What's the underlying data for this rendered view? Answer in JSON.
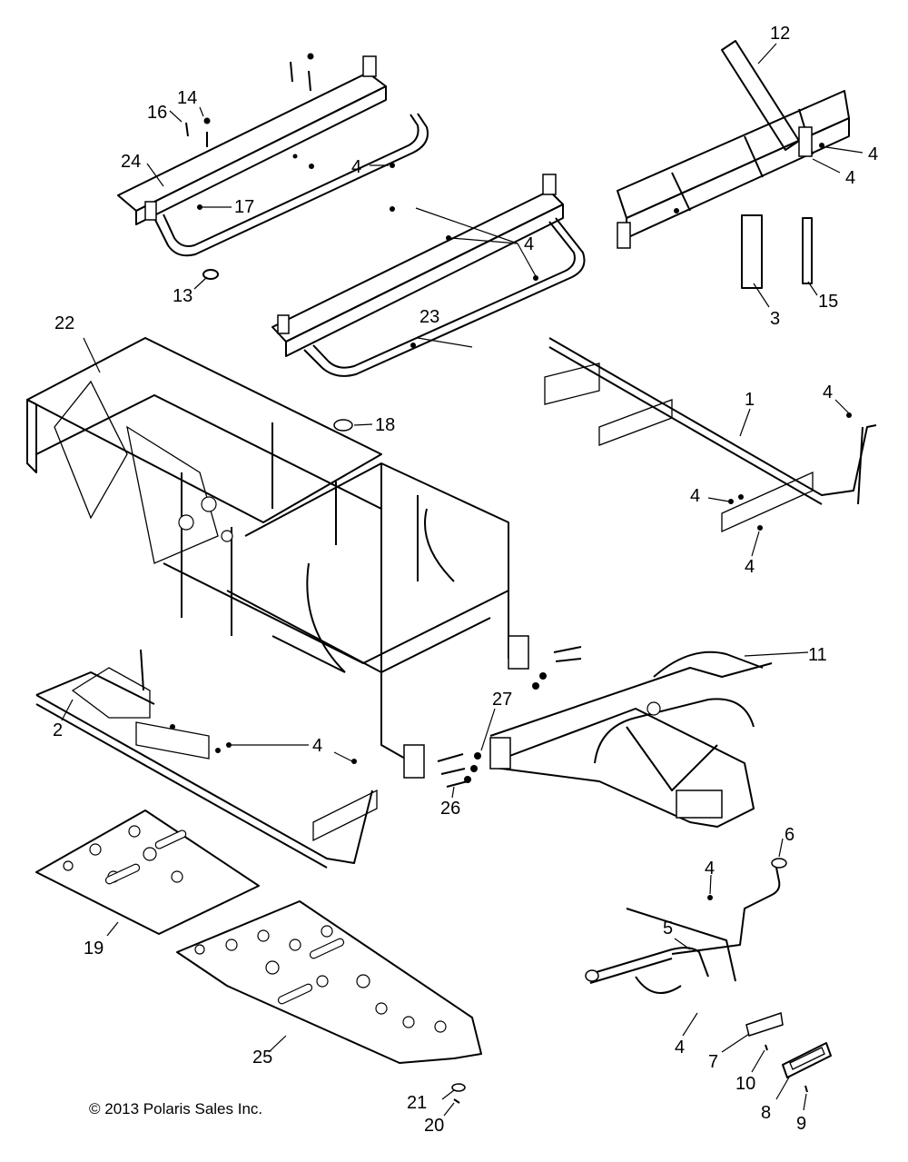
{
  "copyright": "© 2013 Polaris Sales Inc.",
  "callouts": {
    "c1": "1",
    "c2": "2",
    "c3": "3",
    "c4a": "4",
    "c4b": "4",
    "c4c": "4",
    "c4d": "4",
    "c4e": "4",
    "c4f": "4",
    "c4g": "4",
    "c4h": "4",
    "c4i": "4",
    "c4j": "4",
    "c5": "5",
    "c6": "6",
    "c7": "7",
    "c8": "8",
    "c9": "9",
    "c10": "10",
    "c11": "11",
    "c12": "12",
    "c13": "13",
    "c14": "14",
    "c15": "15",
    "c16": "16",
    "c17": "17",
    "c18": "18",
    "c19": "19",
    "c20": "20",
    "c21": "21",
    "c22": "22",
    "c23": "23",
    "c24": "24",
    "c25": "25",
    "c26": "26",
    "c27": "27"
  }
}
